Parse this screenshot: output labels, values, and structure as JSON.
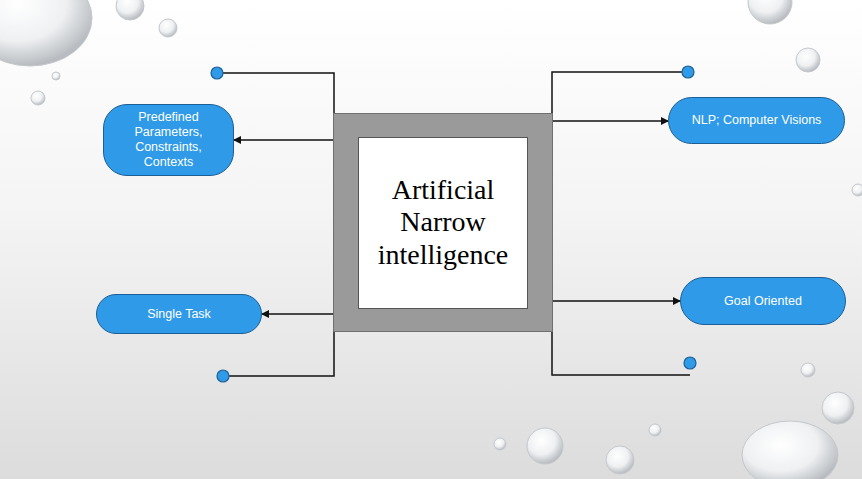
{
  "diagram": {
    "nodes": [
      {
        "text": [
          "Artificial Narrow intelligence"
        ]
      },
      {
        "text": [
          "Predefined Parameters, Constraints, Contexts"
        ]
      },
      {
        "text": [
          "NLP; Computer Visions"
        ]
      },
      {
        "text": [
          "Single Task"
        ]
      },
      {
        "text": [
          "Goal Oriented"
        ]
      }
    ],
    "edges": [
      {
        "from": 0,
        "to": 1,
        "arrow": "to"
      },
      {
        "from": 0,
        "to": 2,
        "arrow": "to"
      },
      {
        "from": 0,
        "to": 3,
        "arrow": "to"
      },
      {
        "from": 0,
        "to": 4,
        "arrow": "to"
      }
    ]
  }
}
